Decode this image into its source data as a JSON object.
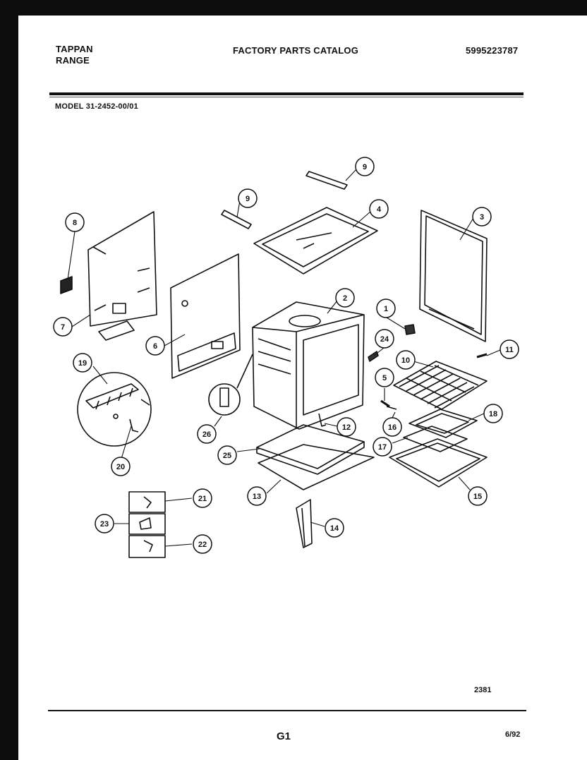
{
  "header": {
    "brand_line1": "TAPPAN",
    "brand_line2": "RANGE",
    "catalog_title": "FACTORY PARTS CATALOG",
    "part_number": "5995223787",
    "model": "MODEL 31-2452-00/01"
  },
  "footer": {
    "figure_number": "2381",
    "page_id": "G1",
    "date": "6/92"
  },
  "callouts": [
    "9",
    "9",
    "4",
    "3",
    "8",
    "7",
    "6",
    "2",
    "1",
    "24",
    "11",
    "10",
    "19",
    "5",
    "18",
    "16",
    "17",
    "26",
    "12",
    "25",
    "15",
    "20",
    "13",
    "21",
    "23",
    "22",
    "14"
  ]
}
